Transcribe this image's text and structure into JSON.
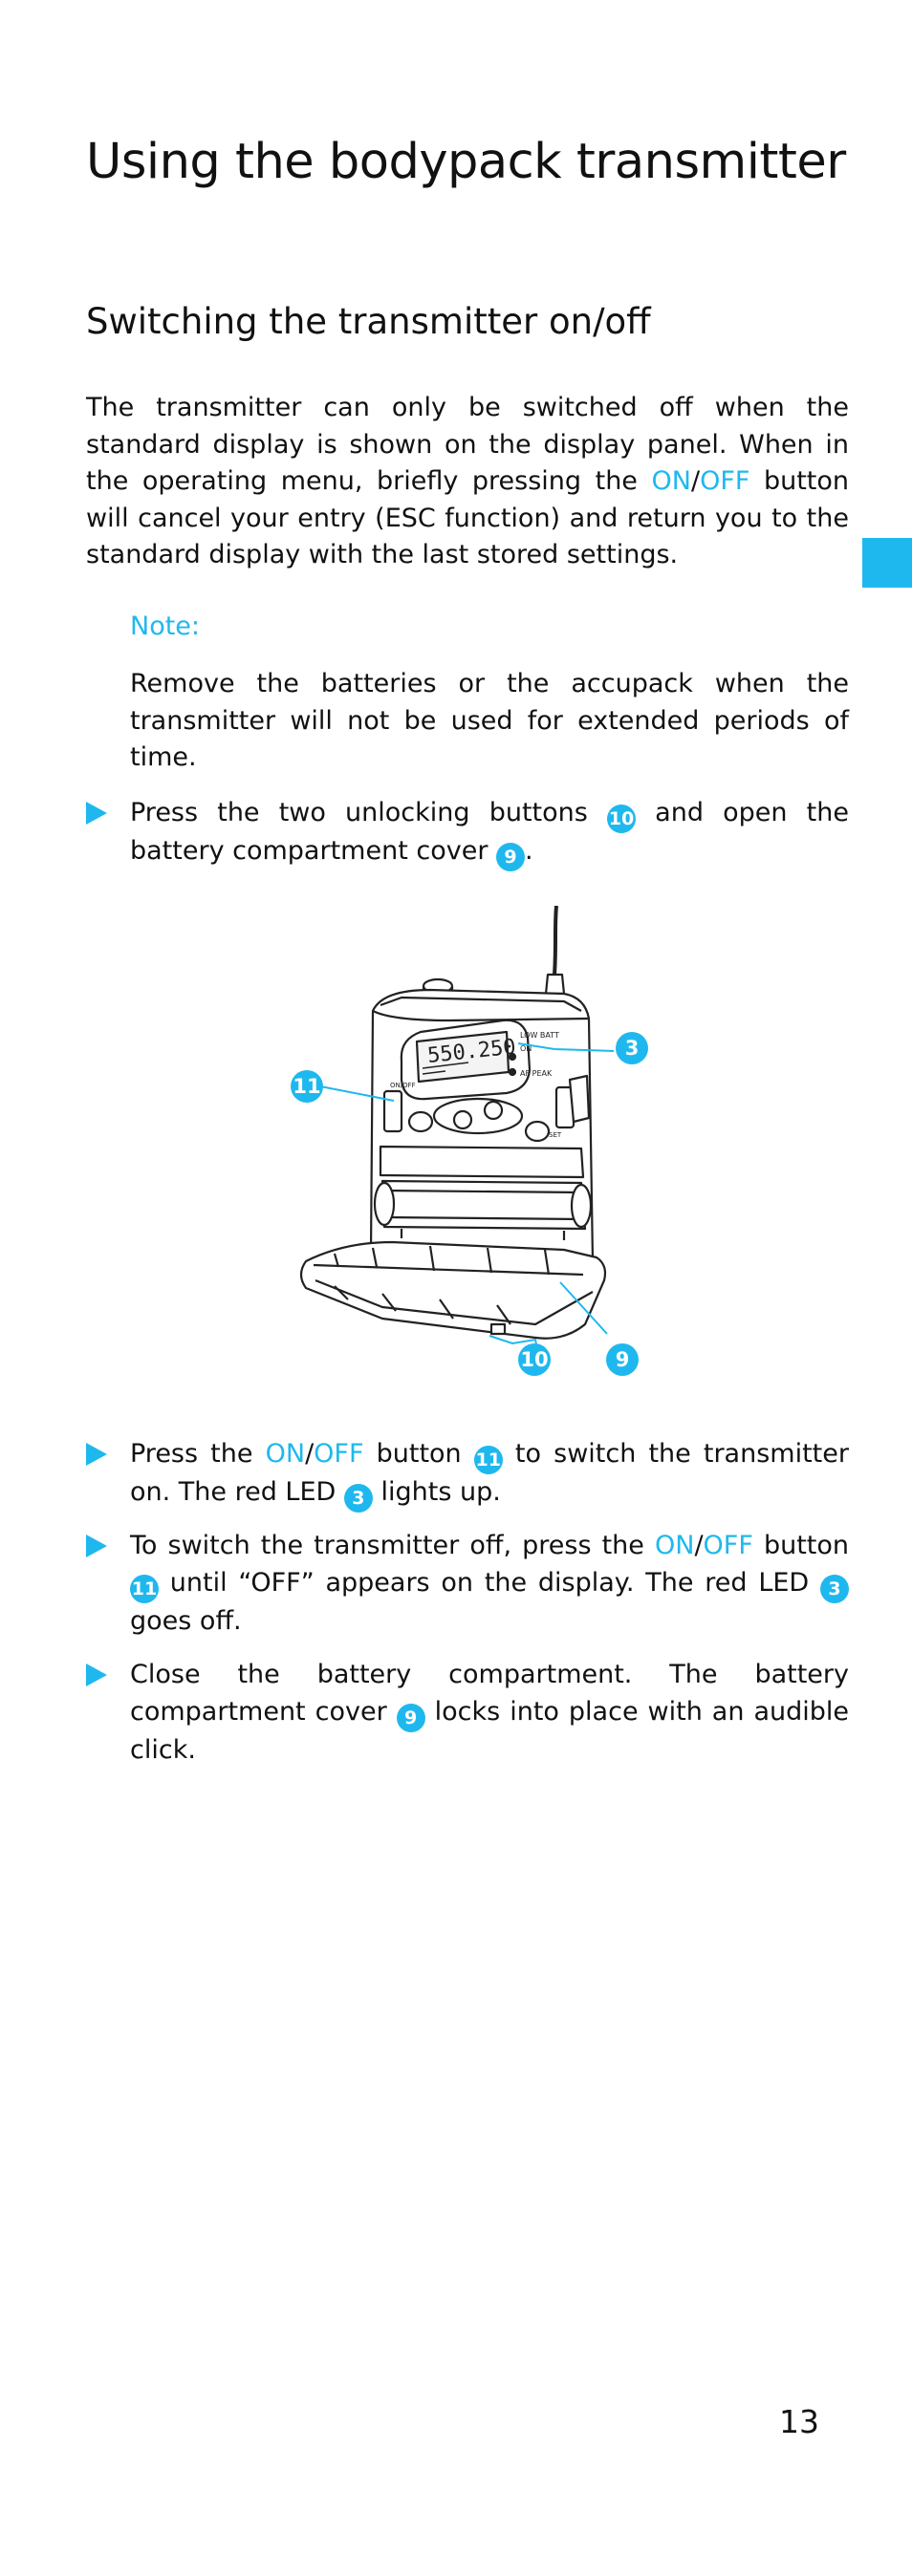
{
  "page": {
    "title": "Using the bodypack transmitter",
    "subtitle": "Switching the transmitter on/off",
    "intro": {
      "text_1": "The transmitter can only be switched off when the standard display is shown on the display panel. When in the operating menu, briefly pressing the ",
      "on": "ON",
      "slash": "/",
      "off": "OFF",
      "text_2": " button will cancel your entry (ESC function) and return you to the standard display with the last stored settings."
    },
    "note": {
      "label": "Note:",
      "text": "Remove the batteries or the accupack when the transmitter will not be used for extended periods of time."
    },
    "steps": [
      {
        "text_1": "Press the two unlocking buttons ",
        "ref_1": "10",
        "text_2": " and open the battery compartment cover ",
        "ref_2": "9",
        "text_3": "."
      },
      {
        "text_1": "Press the ",
        "on": "ON",
        "slash": "/",
        "off": "OFF",
        "text_2": " button ",
        "ref_1": "11",
        "text_3": " to switch the transmitter on. The red LED ",
        "ref_2": "3",
        "text_4": " lights up."
      },
      {
        "text_1": "To switch the transmitter off, press the ",
        "on": "ON",
        "slash": "/",
        "off": "OFF",
        "text_2": " button ",
        "ref_1": "11",
        "text_3": " until “OFF” appears on the display. The red LED ",
        "ref_2": "3",
        "text_4": " goes off."
      },
      {
        "text_1": "Close the battery compartment. The battery compartment cover ",
        "ref_1": "9",
        "text_2": " locks into place with an audible click."
      }
    ],
    "figure": {
      "callouts": [
        "3",
        "11",
        "10",
        "9"
      ],
      "device_labels": {
        "display_digits": "550.250",
        "low_batt": "LOW BATT",
        "on": "ON",
        "af_peak": "AF PEAK",
        "on_off": "ON/OFF",
        "set": "SET"
      }
    },
    "page_number": "13",
    "colors": {
      "accent": "#1fb8ee",
      "text": "#111111"
    }
  }
}
